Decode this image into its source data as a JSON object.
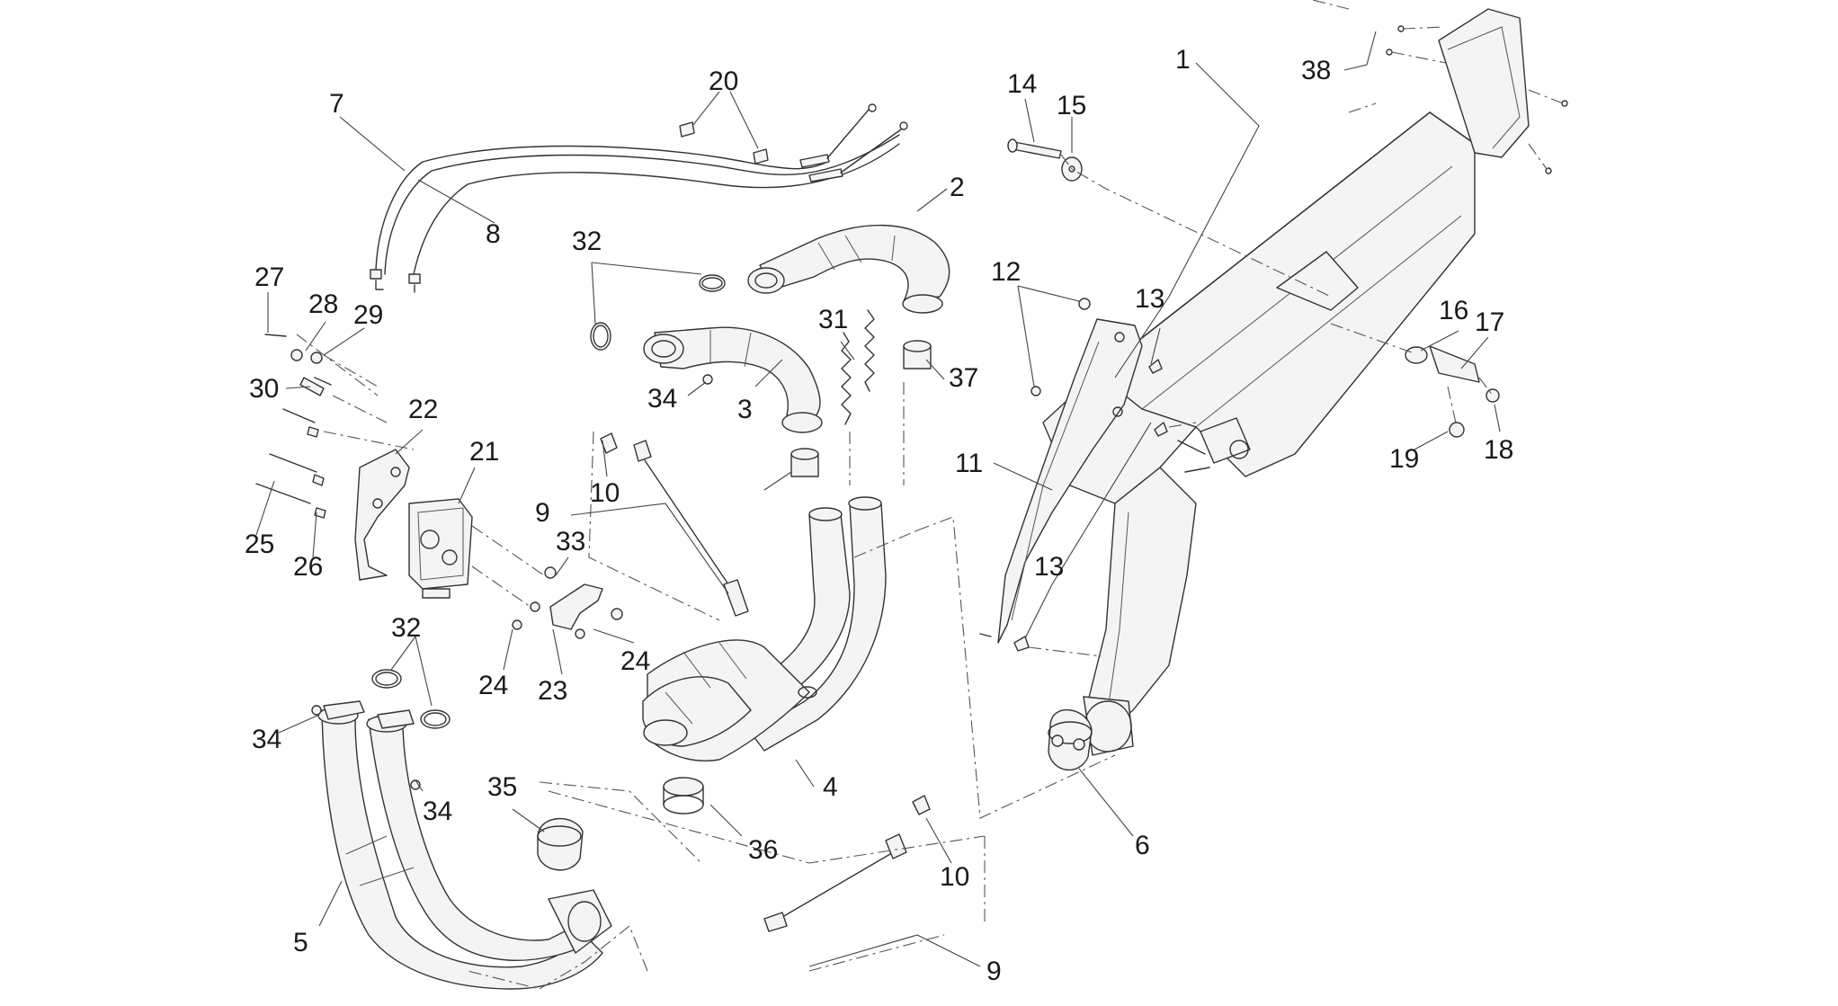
{
  "callouts": [
    "1",
    "38",
    "14",
    "15",
    "20",
    "7",
    "8",
    "2",
    "32",
    "27",
    "28",
    "29",
    "30",
    "22",
    "21",
    "25",
    "26",
    "12",
    "13",
    "31",
    "37",
    "34",
    "3",
    "9",
    "10",
    "11",
    "16",
    "17",
    "19",
    "18",
    "13",
    "33",
    "24",
    "23",
    "24",
    "32",
    "34",
    "34",
    "35",
    "36",
    "4",
    "5",
    "6",
    "10",
    "9"
  ]
}
